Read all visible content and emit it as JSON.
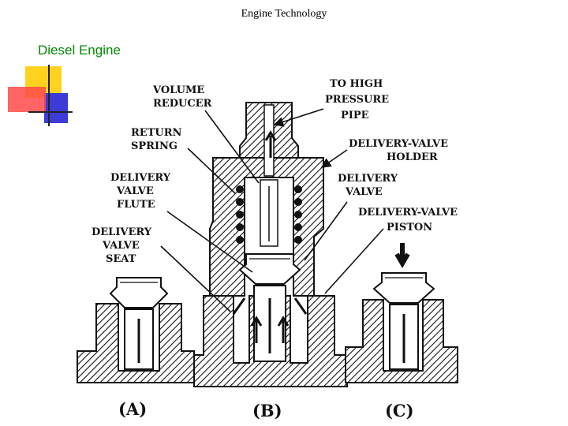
{
  "slide": {
    "title": "Engine Technology",
    "section": "Diesel Engine"
  },
  "diagram": {
    "labels": {
      "volume_reducer": [
        "VOLUME",
        "REDUCER"
      ],
      "return_spring": [
        "RETURN",
        "SPRING"
      ],
      "delivery_valve_flute": [
        "DELIVERY",
        "VALVE",
        "FLUTE"
      ],
      "delivery_valve_seat": [
        "DELIVERY",
        "VALVE",
        "SEAT"
      ],
      "to_high_pressure_pipe": [
        "TO HIGH",
        "PRESSURE",
        "PIPE"
      ],
      "delivery_valve_holder": [
        "DELIVERY-VALVE",
        "HOLDER"
      ],
      "delivery_valve": [
        "DELIVERY",
        "VALVE"
      ],
      "delivery_valve_piston": [
        "DELIVERY-VALVE",
        "PISTON"
      ]
    },
    "captions": {
      "a": "(A)",
      "b": "(B)",
      "c": "(C)"
    }
  },
  "colors": {
    "section_title": "#008a00",
    "deco_yellow": "#ffd21f",
    "deco_red": "#ff3b3b",
    "deco_blue": "#3b3bd6"
  }
}
